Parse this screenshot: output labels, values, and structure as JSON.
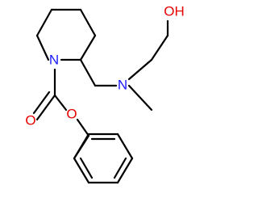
{
  "colors": {
    "bond": "#000000",
    "nitrogen": "#1a1aff",
    "oxygen": "#e60000",
    "background": "#ffffff"
  },
  "molecule": {
    "ring_nitrogen": "N",
    "amine_nitrogen": "N",
    "carbonyl_oxygen": "O",
    "ester_oxygen": "O",
    "hydroxyl": "OH"
  }
}
